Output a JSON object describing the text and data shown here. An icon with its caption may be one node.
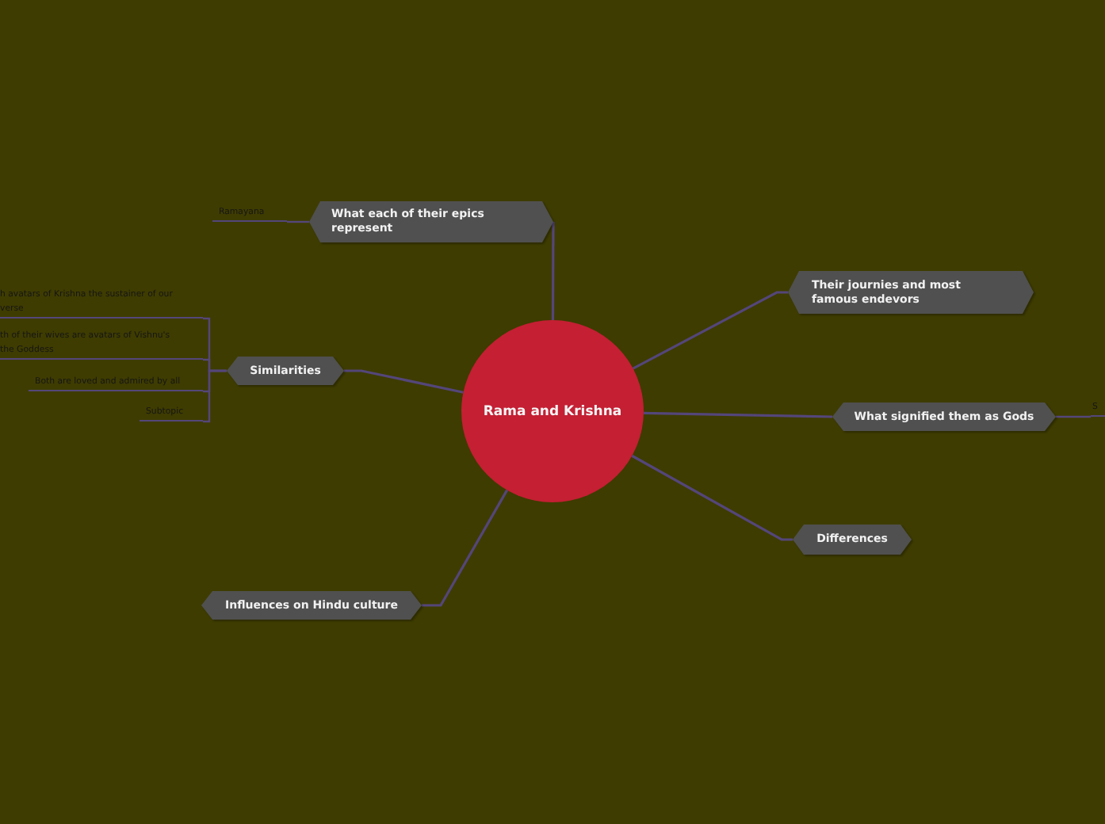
{
  "diagram": {
    "nodes": [
      {
        "text": [
          "Rama and Krishna"
        ]
      },
      {
        "text": [
          "What each of their epics represent"
        ]
      },
      {
        "text": [
          "Ramayana"
        ]
      },
      {
        "text": [
          "Their journies and most famous endevors"
        ]
      },
      {
        "text": [
          "What signified them as Gods"
        ]
      },
      {
        "text": [
          "S"
        ]
      },
      {
        "text": [
          "Differences"
        ]
      },
      {
        "text": [
          "Influences on Hindu culture"
        ]
      },
      {
        "text": [
          "Similarities"
        ]
      },
      {
        "text": [
          "h avatars of Krishna the sustainer of our verse"
        ]
      },
      {
        "text": [
          "th of their wives are avatars of Vishnu's the Goddess"
        ]
      },
      {
        "text": [
          "Both are loved and admired by all"
        ]
      },
      {
        "text": [
          "Subtopic"
        ]
      }
    ],
    "edges": [
      {
        "from": 0,
        "to": 1,
        "arrow": "none"
      },
      {
        "from": 1,
        "to": 2,
        "arrow": "none"
      },
      {
        "from": 0,
        "to": 3,
        "arrow": "none"
      },
      {
        "from": 0,
        "to": 4,
        "arrow": "none"
      },
      {
        "from": 4,
        "to": 5,
        "arrow": "none"
      },
      {
        "from": 0,
        "to": 6,
        "arrow": "none"
      },
      {
        "from": 0,
        "to": 7,
        "arrow": "none"
      },
      {
        "from": 0,
        "to": 8,
        "arrow": "none"
      },
      {
        "from": 8,
        "to": 9,
        "arrow": "none"
      },
      {
        "from": 8,
        "to": 10,
        "arrow": "none"
      },
      {
        "from": 8,
        "to": 11,
        "arrow": "none"
      },
      {
        "from": 8,
        "to": 12,
        "arrow": "none"
      }
    ]
  }
}
